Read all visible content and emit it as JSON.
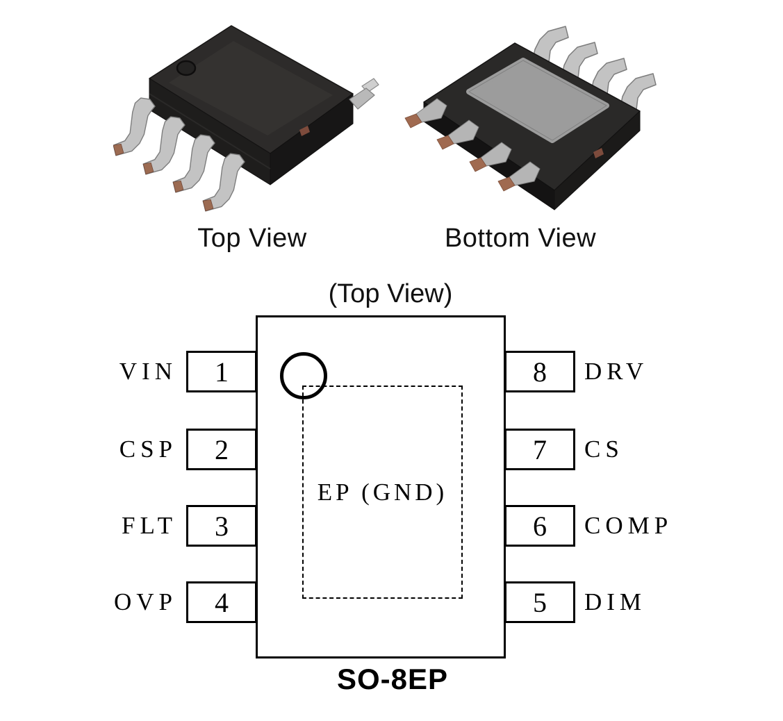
{
  "figure": {
    "captions": {
      "top_view": "Top View",
      "bottom_view": "Bottom View"
    }
  },
  "pinout": {
    "title": "(Top View)",
    "package_name": "SO-8EP",
    "center_pad_label": "EP (GND)",
    "left_pins": [
      {
        "number": "1",
        "label": "VIN"
      },
      {
        "number": "2",
        "label": "CSP"
      },
      {
        "number": "3",
        "label": "FLT"
      },
      {
        "number": "4",
        "label": "OVP"
      }
    ],
    "right_pins": [
      {
        "number": "8",
        "label": "DRV"
      },
      {
        "number": "7",
        "label": "CS"
      },
      {
        "number": "6",
        "label": "COMP"
      },
      {
        "number": "5",
        "label": "DIM"
      }
    ]
  },
  "colors": {
    "package_body": "#2b2b2b",
    "package_body_shadow": "#181818",
    "pin_metal": "#c3c3c3",
    "copper_tip": "#9c6b52",
    "exposed_pad": "#9c9c9c",
    "outline": "#000000",
    "background": "#ffffff"
  }
}
